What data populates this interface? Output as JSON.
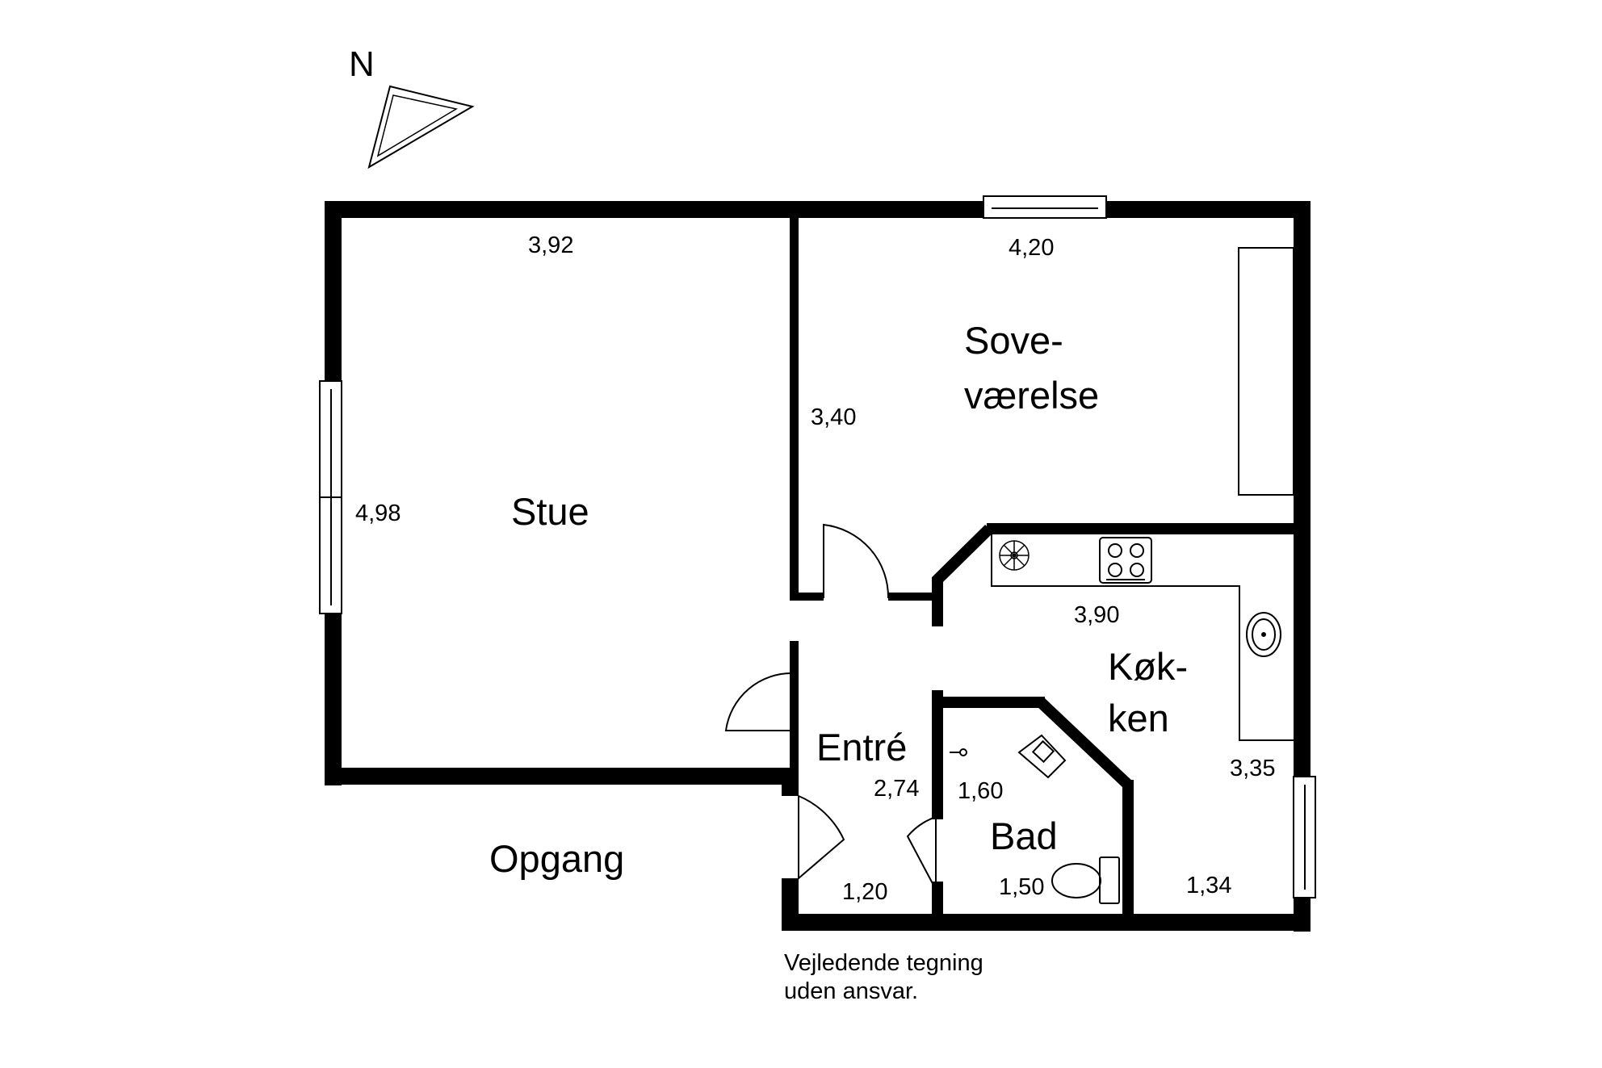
{
  "compass": {
    "label": "N",
    "icon": "north-arrow-icon"
  },
  "rooms": {
    "stue": "Stue",
    "sovevaerelse_line1": "Sove-",
    "sovevaerelse_line2": "værelse",
    "koekken_line1": "Køk-",
    "koekken_line2": "ken",
    "entre": "Entré",
    "bad": "Bad",
    "opgang": "Opgang"
  },
  "dimensions": {
    "stue_width": "3,92",
    "stue_depth": "4,98",
    "sove_width": "4,20",
    "sove_depth": "3,40",
    "koekken_width": "3,90",
    "koekken_depth": "3,35",
    "koekken_small": "1,34",
    "entre_depth": "2,74",
    "entre_width": "1,20",
    "bad_depth": "1,60",
    "bad_width": "1,50"
  },
  "note": {
    "line1": "Vejledende tegning",
    "line2": "uden ansvar."
  },
  "colors": {
    "wall": "#000000",
    "background": "#ffffff"
  }
}
